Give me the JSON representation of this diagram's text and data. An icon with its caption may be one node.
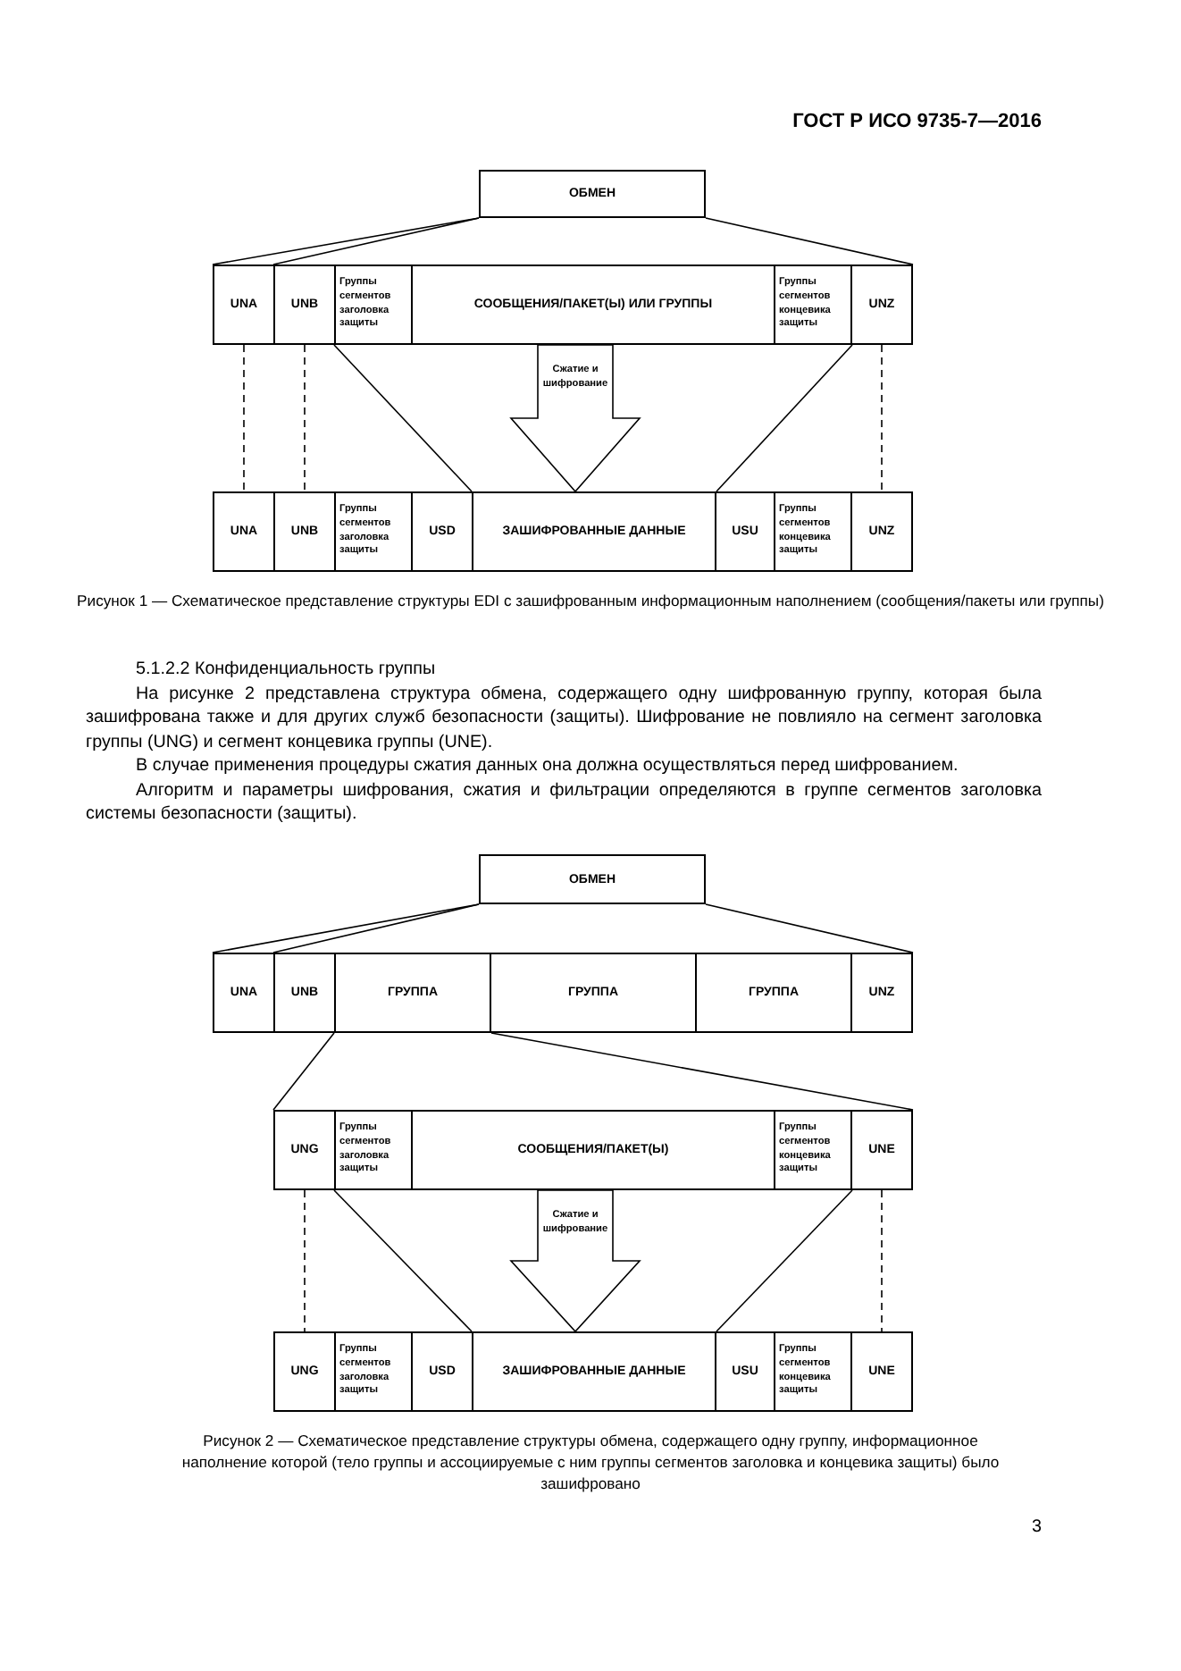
{
  "diagram": {
    "nodes": [
      {
        "text": [
          "ОБМЕН"
        ]
      },
      {
        "text": [
          "UNA"
        ]
      },
      {
        "text": [
          "UNB"
        ]
      },
      {
        "text": [
          "Группы сегментов заголовка защиты"
        ]
      },
      {
        "text": [
          "СООБЩЕНИЯ/ПАКЕТ(Ы) ИЛИ ГРУППЫ"
        ]
      },
      {
        "text": [
          "Группы сегментов концевика защиты"
        ]
      },
      {
        "text": [
          "UNZ"
        ]
      },
      {
        "text": [
          "UNA"
        ]
      },
      {
        "text": [
          "UNB"
        ]
      },
      {
        "text": [
          "Группы сегментов заголовка защиты"
        ]
      },
      {
        "text": [
          "USD"
        ]
      },
      {
        "text": [
          "ЗАШИФРОВАННЫЕ ДАННЫЕ"
        ]
      },
      {
        "text": [
          "USU"
        ]
      },
      {
        "text": [
          "Группы сегментов концевика защиты"
        ]
      },
      {
        "text": [
          "UNZ"
        ]
      },
      {
        "text": [
          "ОБМЕН"
        ]
      },
      {
        "text": [
          "UNA"
        ]
      },
      {
        "text": [
          "UNB"
        ]
      },
      {
        "text": [
          "ГРУППА"
        ]
      },
      {
        "text": [
          "ГРУППА"
        ]
      },
      {
        "text": [
          "ГРУППА"
        ]
      },
      {
        "text": [
          "UNZ"
        ]
      },
      {
        "text": [
          "UNG"
        ]
      },
      {
        "text": [
          "Группы сегментов заголовка защиты"
        ]
      },
      {
        "text": [
          "СООБЩЕНИЯ/ПАКЕТ(Ы)"
        ]
      },
      {
        "text": [
          "Группы сегментов концевика защиты"
        ]
      },
      {
        "text": [
          "UNE"
        ]
      },
      {
        "text": [
          "UNG"
        ]
      },
      {
        "text": [
          "Группы сегментов заголовка защиты"
        ]
      },
      {
        "text": [
          "USD"
        ]
      },
      {
        "text": [
          "ЗАШИФРОВАННЫЕ ДАННЫЕ"
        ]
      },
      {
        "text": [
          "USU"
        ]
      },
      {
        "text": [
          "Группы сегментов концевика защиты"
        ]
      },
      {
        "text": [
          "UNE"
        ]
      }
    ],
    "edges": [
      {
        "from": 0,
        "to": 1,
        "arrow": "none"
      },
      {
        "from": 0,
        "to": 2,
        "arrow": "none"
      },
      {
        "from": 0,
        "to": 6,
        "arrow": "none"
      },
      {
        "from": 1,
        "to": 7,
        "arrow": "none",
        "style": "dashed"
      },
      {
        "from": 2,
        "to": 8,
        "arrow": "none",
        "style": "dashed"
      },
      {
        "from": 6,
        "to": 14,
        "arrow": "none",
        "style": "dashed"
      },
      {
        "from": 3,
        "to": 11,
        "arrow": "none"
      },
      {
        "from": 5,
        "to": 11,
        "arrow": "none"
      },
      {
        "from": 4,
        "to": 11,
        "arrow": "to",
        "label": "Сжатие и шифрование"
      },
      {
        "from": 15,
        "to": 16,
        "arrow": "none"
      },
      {
        "from": 15,
        "to": 17,
        "arrow": "none"
      },
      {
        "from": 15,
        "to": 21,
        "arrow": "none"
      },
      {
        "from": 18,
        "to": 22,
        "arrow": "none"
      },
      {
        "from": 18,
        "to": 26,
        "arrow": "none"
      },
      {
        "from": 22,
        "to": 27,
        "arrow": "none",
        "style": "dashed"
      },
      {
        "from": 26,
        "to": 33,
        "arrow": "none",
        "style": "dashed"
      },
      {
        "from": 23,
        "to": 30,
        "arrow": "none"
      },
      {
        "from": 25,
        "to": 30,
        "arrow": "none"
      },
      {
        "from": 24,
        "to": 30,
        "arrow": "to",
        "label": "Сжатие и шифрование"
      }
    ],
    "labels": [
      "ГОСТ Р ИСО 9735-7—2016",
      "Рисунок 1 — Схематическое представление структуры EDI с зашифрованным информационным наполнением (сообщения/пакеты или группы)",
      "5.1.2.2 Конфиденциальность группы",
      "На рисунке 2 представлена структура обмена, содержащего одну шифрованную группу, которая была зашифрована также и для других служб безопасности (защиты). Шифрование не повлияло на сегмент заголовка группы (UNG) и сегмент концевика группы (UNE).",
      "В случае применения процедуры сжатия данных она должна осуществляться перед шифрованием.",
      "Алгоритм и параметры шифрования, сжатия и фильтрации определяются в группе сегментов заголовка системы безопасности (защиты).",
      "Рисунок 2 — Схематическое представление структуры обмена, содержащего одну группу, информационное наполнение которой (тело группы и ассоциируемые с ним группы сегментов заголовка и концевика защиты) было зашифровано",
      "3"
    ]
  }
}
